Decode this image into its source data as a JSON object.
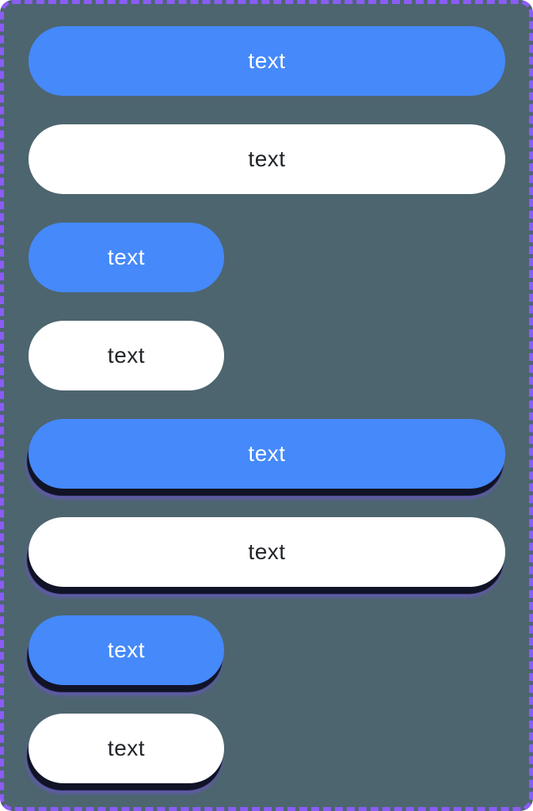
{
  "canvas": {
    "background_color": "#4d656f",
    "border_color": "#8b5cf6",
    "border_style": "dashed"
  },
  "colors": {
    "primary_blue": "#4589fa",
    "secondary_white": "#ffffff",
    "text_on_primary": "#ffffff",
    "text_on_secondary": "#212529",
    "shadow_dark": "#0a0d1a",
    "shadow_purple_fringe": "#7c4dff"
  },
  "buttons": [
    {
      "label": "text",
      "variant": "primary",
      "size": "wide",
      "shadow": false
    },
    {
      "label": "text",
      "variant": "secondary",
      "size": "wide",
      "shadow": false
    },
    {
      "label": "text",
      "variant": "primary",
      "size": "short",
      "shadow": false
    },
    {
      "label": "text",
      "variant": "secondary",
      "size": "short",
      "shadow": false
    },
    {
      "label": "text",
      "variant": "primary",
      "size": "wide",
      "shadow": true
    },
    {
      "label": "text",
      "variant": "secondary",
      "size": "wide",
      "shadow": true
    },
    {
      "label": "text",
      "variant": "primary",
      "size": "short",
      "shadow": true
    },
    {
      "label": "text",
      "variant": "secondary",
      "size": "short",
      "shadow": true
    }
  ]
}
